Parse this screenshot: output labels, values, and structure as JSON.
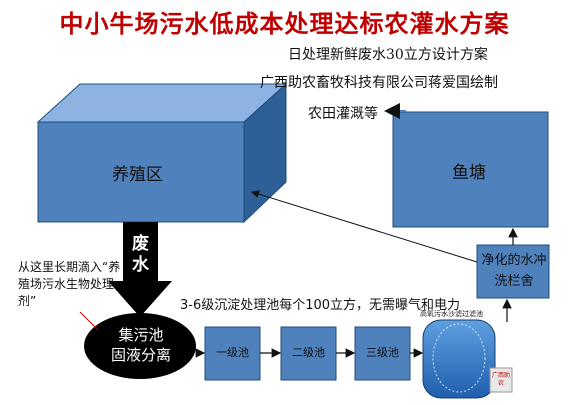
{
  "title": "中小牛场污水低成本处理达标农灌水方案",
  "subtitle_design": "日处理新鲜废水30立方设计方案",
  "subtitle_author": "广西助农畜牧科技有限公司蒋爱国绘制",
  "farmland_label": "农田灌溉等",
  "breeding_area": "养殖区",
  "fish_pond": "鱼塘",
  "wastewater_label": "废水",
  "long_term_note": "从这里长期滴入“养殖场污水生物处理剂”",
  "collection_tank": {
    "line1": "集污池",
    "line2": "固液分离"
  },
  "settling_note": "3-6级沉淀处理池每个100立方，无需曝气和电力",
  "tanks": [
    "一级池",
    "二级池",
    "三级池"
  ],
  "clean_water_label": "净化的水冲洗栏舍",
  "filter_label": "高氧污水沙滤过滤池",
  "logo_text": "广西助农",
  "colors": {
    "title": "#c00000",
    "box_front": "#4f81bd",
    "box_side": "#2e5f96",
    "ellipse": "#000000",
    "arrow": "#000000"
  }
}
